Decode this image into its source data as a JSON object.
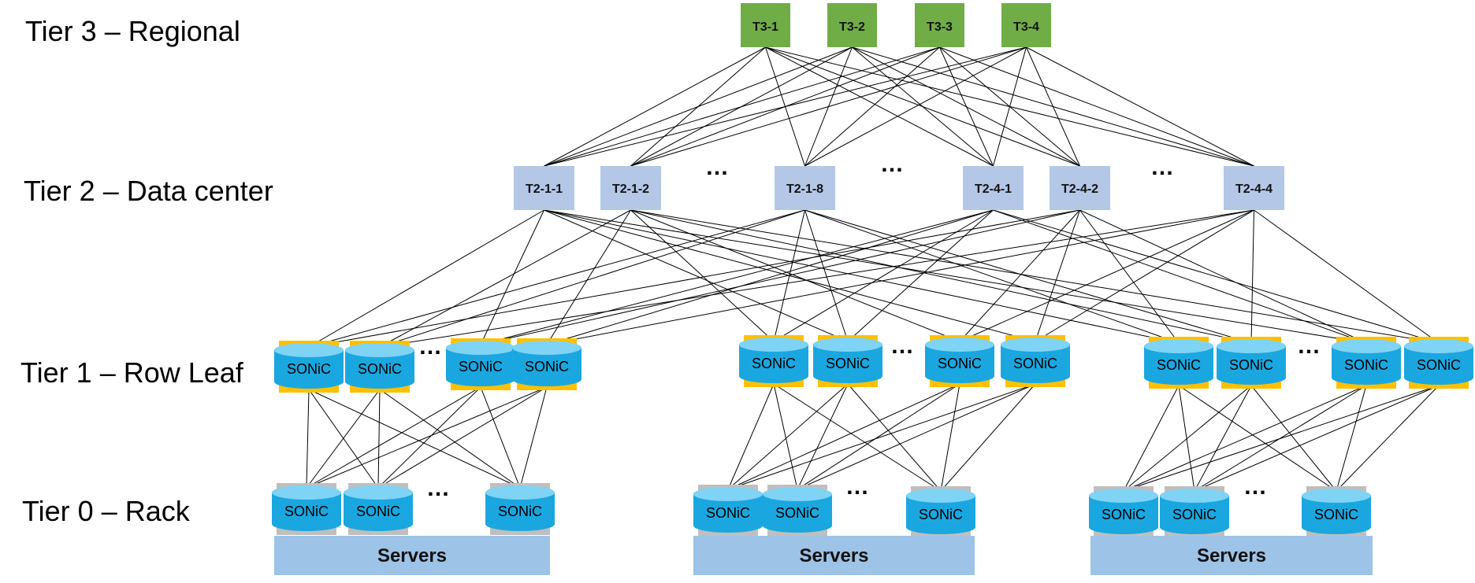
{
  "tiers": [
    {
      "id": "t3",
      "label": "Tier 3 – Regional"
    },
    {
      "id": "t2",
      "label": "Tier 2 – Data center"
    },
    {
      "id": "t1",
      "label": "Tier 1 – Row Leaf"
    },
    {
      "id": "t0",
      "label": "Tier 0 – Rack"
    }
  ],
  "tier3_nodes": [
    "T3-1",
    "T3-2",
    "T3-3",
    "T3-4"
  ],
  "tier2_nodes": [
    "T2-1-1",
    "T2-1-2",
    "T2-1-8",
    "T2-4-1",
    "T2-4-2",
    "T2-4-4"
  ],
  "switch_label": "SONiC",
  "servers_label": "Servers",
  "ellipsis": "…",
  "colors": {
    "tier3": "#70ad47",
    "tier2": "#b4c7e7",
    "sonic_body": "#1aa7e0",
    "sonic_top": "#7fd3f5",
    "tier1_plate": "#ffc000",
    "tier0_plate": "#bfbfbf",
    "servers": "#9dc3e6"
  }
}
